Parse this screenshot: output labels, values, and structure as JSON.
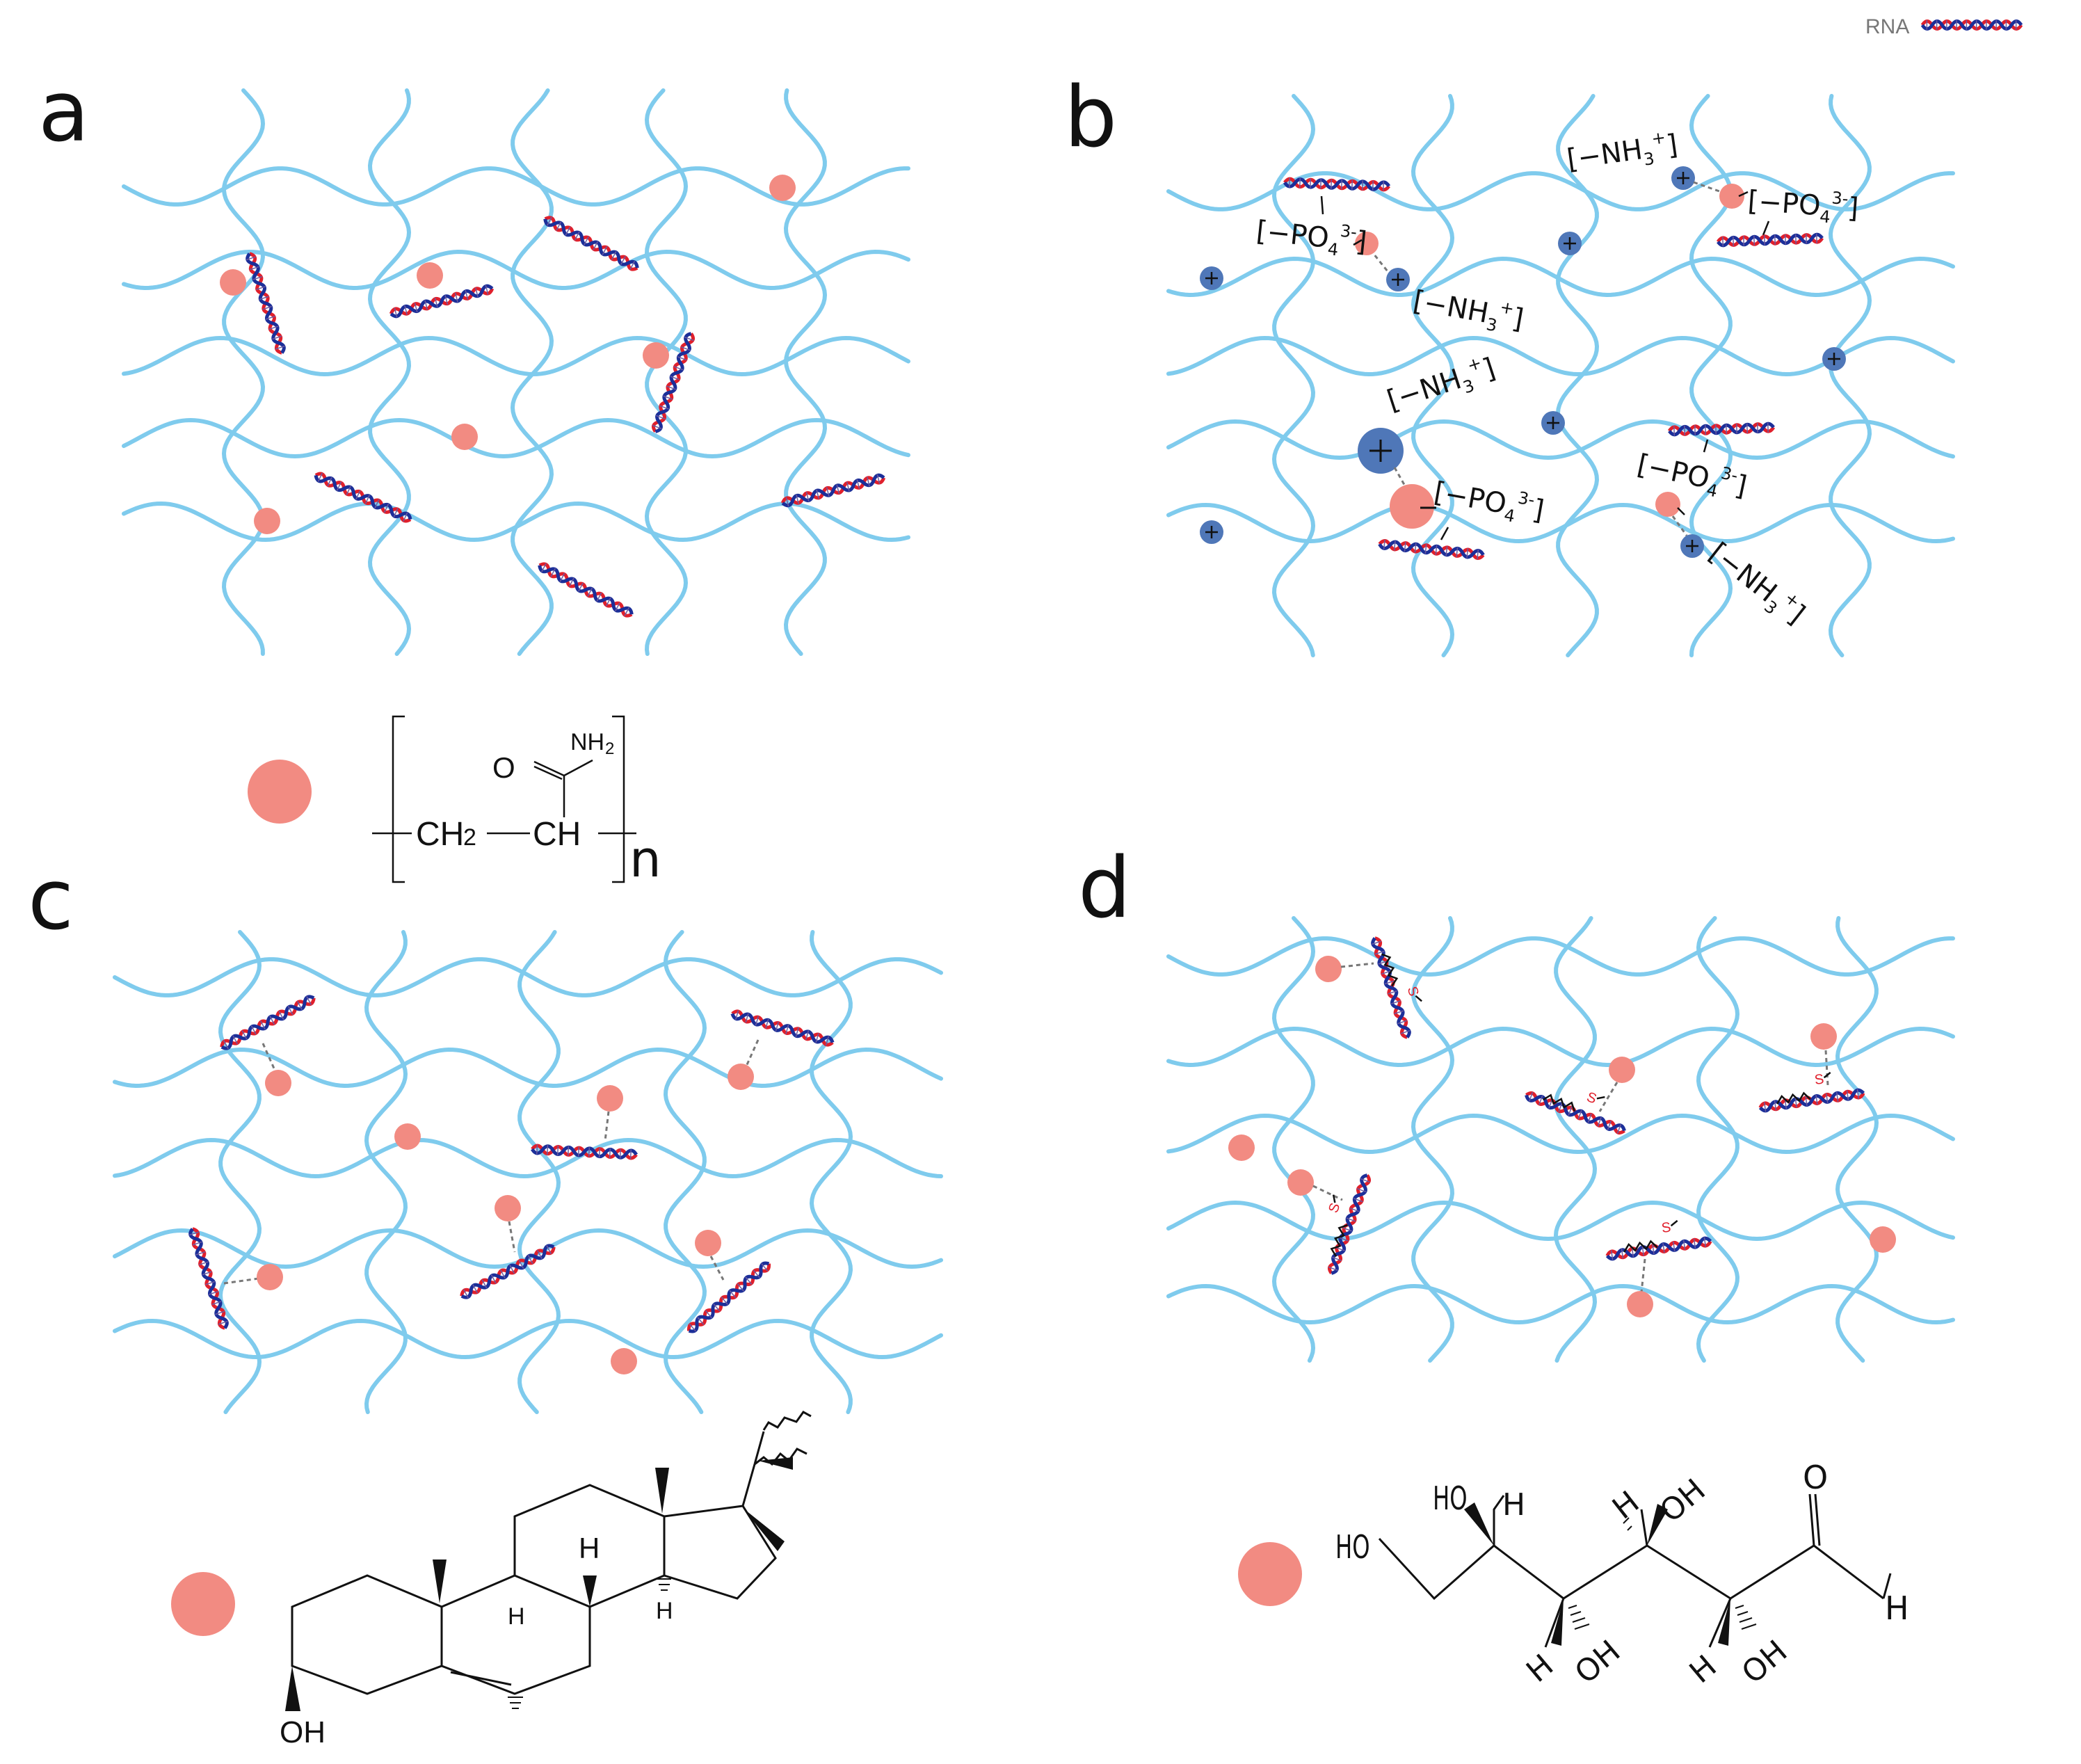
{
  "legend": {
    "label": "RNA",
    "icon": "rna-helix-icon"
  },
  "colors": {
    "network": "#7fcbed",
    "crosslinker": "#f28b82",
    "cation": "#4f77b8",
    "rna_red": "#e0202c",
    "rna_blue": "#1c2f99",
    "link": "#777777"
  },
  "panels": [
    {
      "id": "a",
      "letter": "a"
    },
    {
      "id": "b",
      "letter": "b"
    },
    {
      "id": "c",
      "letter": "c"
    },
    {
      "id": "d",
      "letter": "d"
    }
  ],
  "panel_b": {
    "amine_label": "[−NH",
    "amine_sub": "3",
    "amine_sup": "+",
    "phosphate_label": "[−PO",
    "phosphate_sub": "4",
    "phosphate_sup": "3-",
    "bracket_close": "]",
    "plus": "+",
    "minus": "−"
  },
  "structures": {
    "a": {
      "o": "O",
      "nh2": "NH",
      "nh2_sub": "2",
      "ch2": "CH",
      "ch2_sub": "2",
      "ch": "CH",
      "n": "n"
    },
    "c": {
      "h1": "H",
      "h2": "H",
      "h3": "H",
      "oh": "OH"
    },
    "d": {
      "ho_top": "HO",
      "h_top": "H",
      "h_mid": "H",
      "oh_mid": "OH",
      "ho_left": "HO",
      "h_bot": "H",
      "oh_bot": "OH",
      "h_bot2": "H",
      "oh_bot2": "OH",
      "o": "O",
      "h_ald": "H"
    }
  },
  "panel_d": {
    "s": "S"
  }
}
